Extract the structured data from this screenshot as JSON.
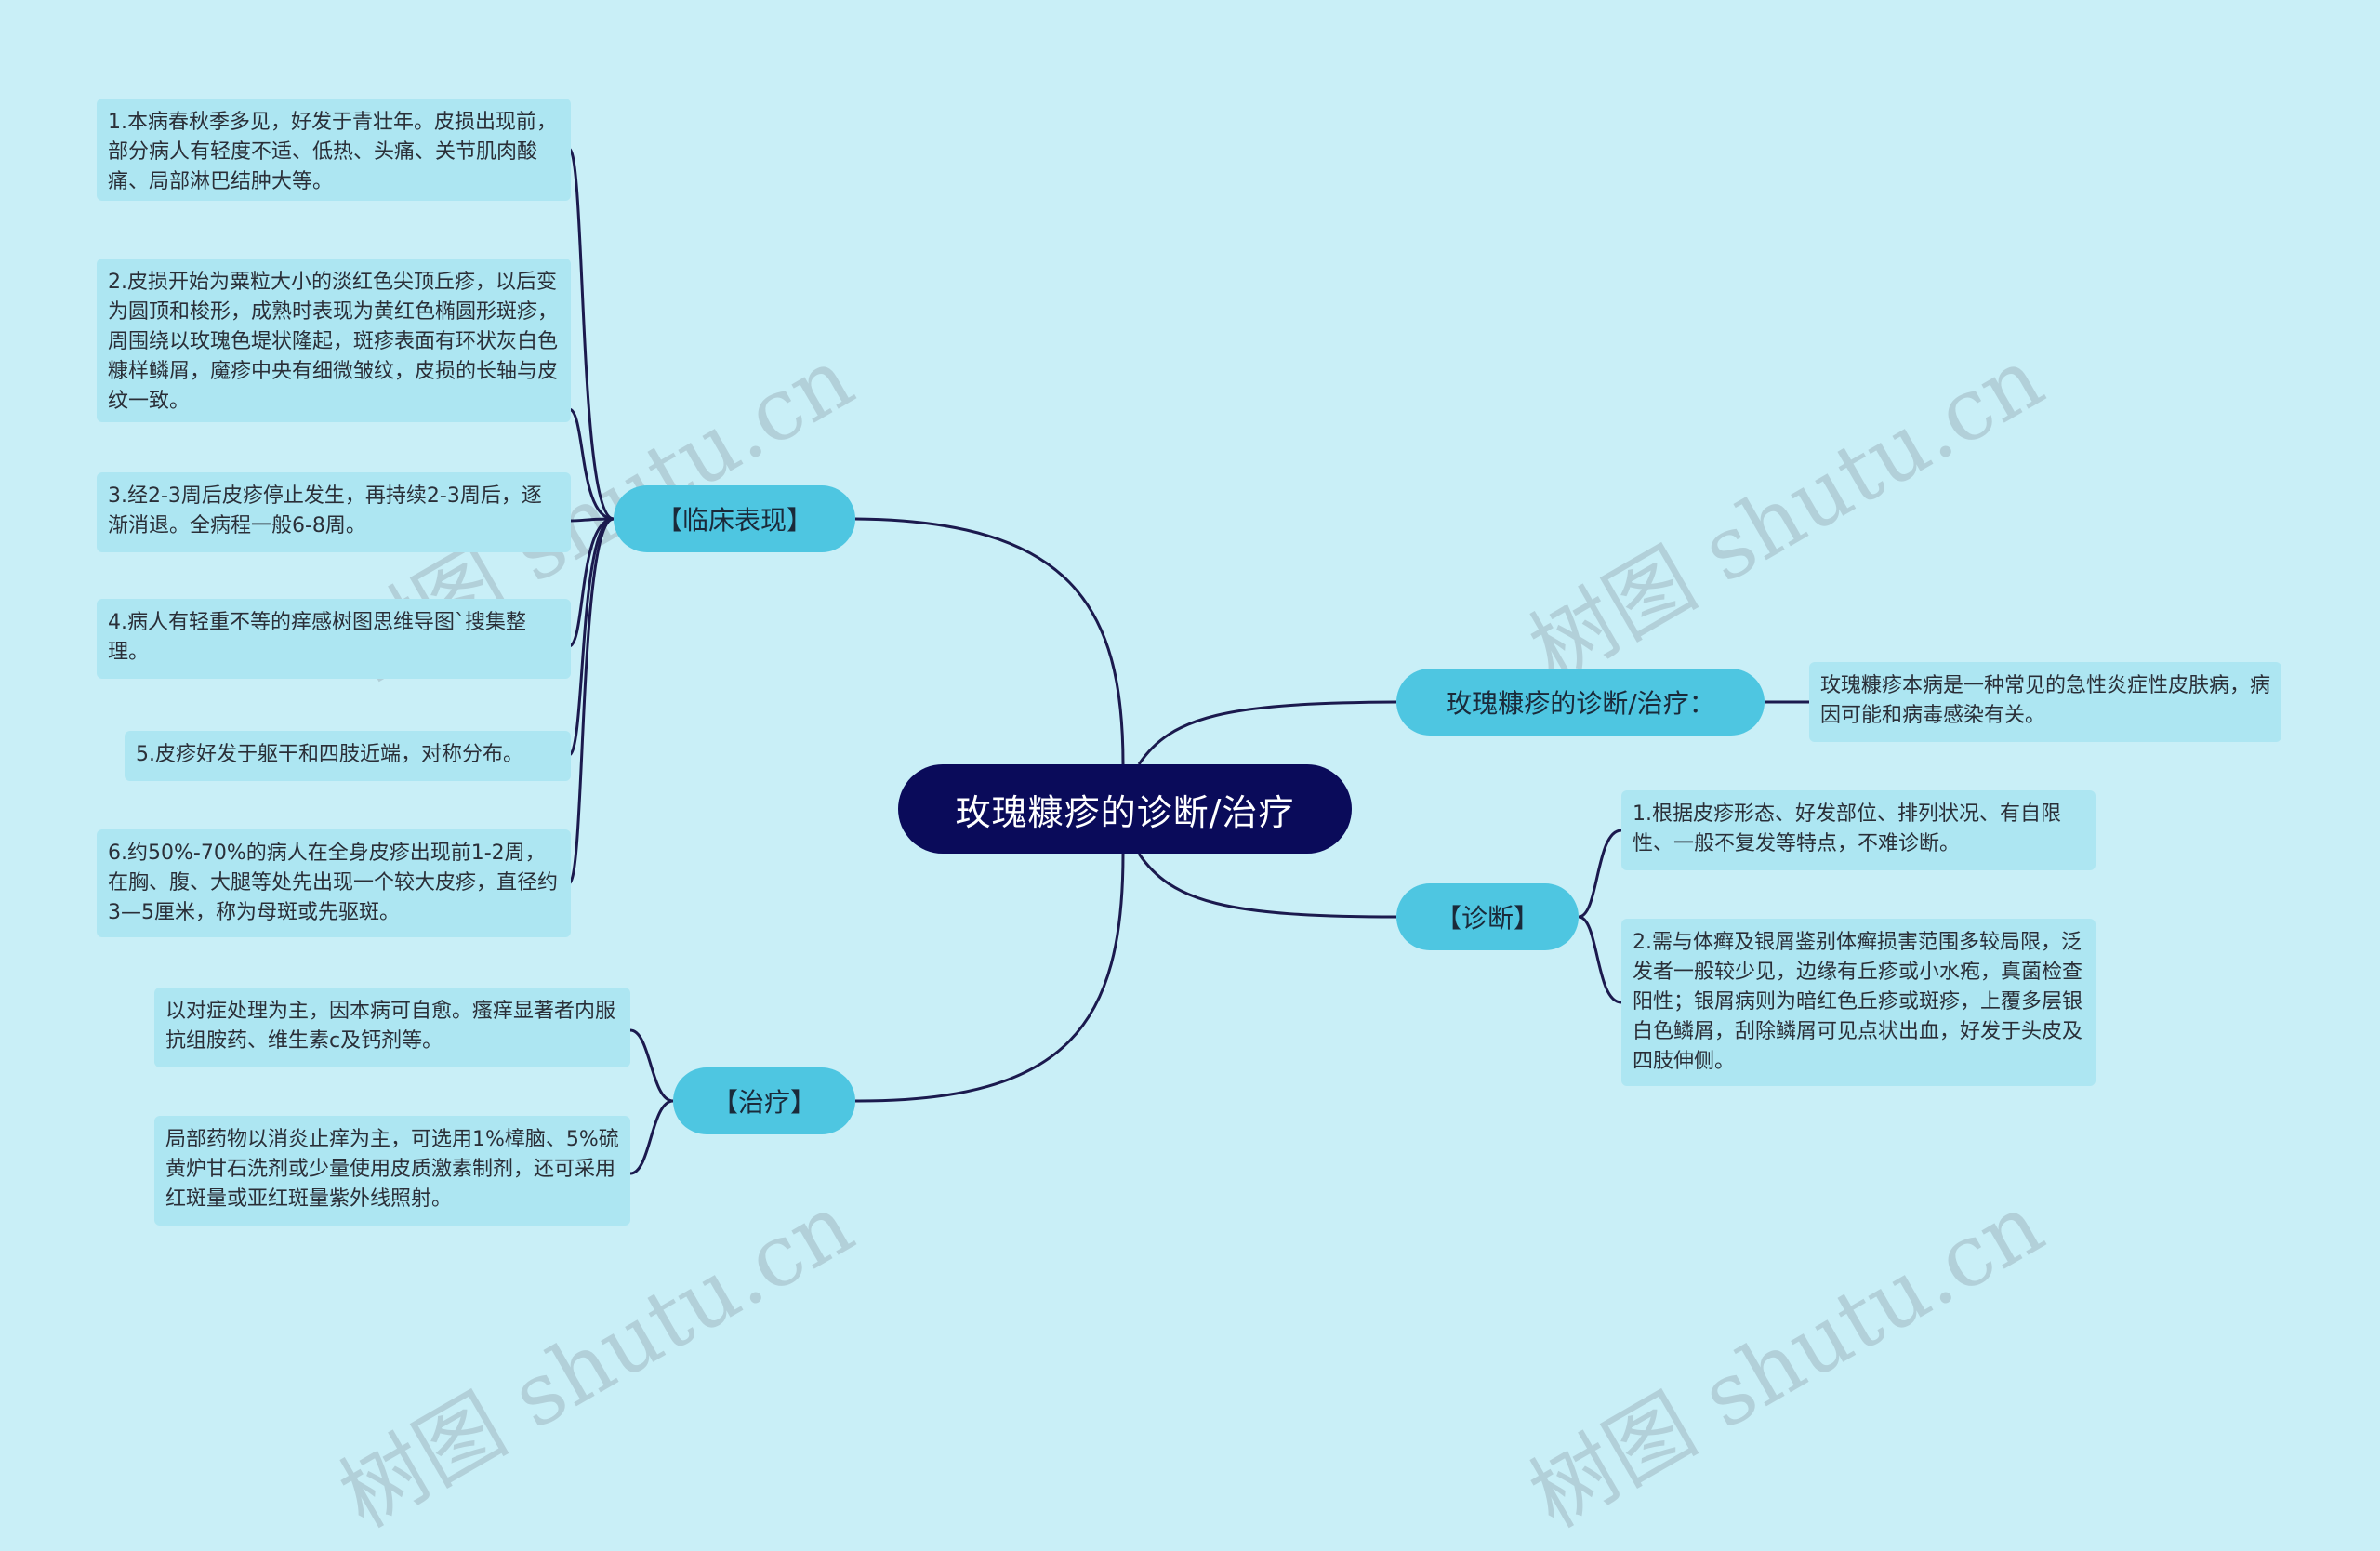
{
  "root": {
    "label": "玫瑰糠疹的诊断/治疗"
  },
  "branches": {
    "clinical": {
      "label": "【临床表现】",
      "items": [
        "1.本病春秋季多见，好发于青壮年。皮损出现前，部分病人有轻度不适、低热、头痛、关节肌肉酸痛、局部淋巴结肿大等。",
        "2.皮损开始为粟粒大小的淡红色尖顶丘疹，以后变为圆顶和梭形，成熟时表现为黄红色椭圆形斑疹，周围绕以玫瑰色堤状隆起，斑疹表面有环状灰白色糠样鳞屑，魔疹中央有细微皱纹，皮损的长轴与皮纹一致。",
        "3.经2-3周后皮疹停止发生，再持续2-3周后，逐渐消退。全病程一般6-8周。",
        "4.病人有轻重不等的痒感树图思维导图`搜集整理。",
        "5.皮疹好发于躯干和四肢近端，对称分布。",
        "6.约50%-70%的病人在全身皮疹出现前1-2周，在胸、腹、大腿等处先出现一个较大皮疹，直径约3—5厘米，称为母斑或先驱斑。"
      ]
    },
    "treatment": {
      "label": "【治疗】",
      "items": [
        "以对症处理为主，因本病可自愈。瘙痒显著者内服抗组胺药、维生素c及钙剂等。",
        "局部药物以消炎止痒为主，可选用1%樟脑、5%硫黄炉甘石洗剂或少量使用皮质激素制剂，还可采用红斑量或亚红斑量紫外线照射。"
      ]
    },
    "summary": {
      "label": "玫瑰糠疹的诊断/治疗：",
      "items": [
        "玫瑰糠疹本病是一种常见的急性炎症性皮肤病，病因可能和病毒感染有关。"
      ]
    },
    "diagnosis": {
      "label": "【诊断】",
      "items": [
        "1.根据皮疹形态、好发部位、排列状况、有自限性、一般不复发等特点，不难诊断。",
        "2.需与体癣及银屑鉴别体癣损害范围多较局限，泛发者一般较少见，边缘有丘疹或小水疱，真菌检查阳性；银屑病则为暗红色丘疹或斑疹，上覆多层银白色鳞屑，刮除鳞屑可见点状出血，好发于头皮及四肢伸侧。"
      ]
    }
  },
  "watermark": "树图 shutu.cn",
  "colors": {
    "background": "#c9eff7",
    "root": "#0a0b5a",
    "branch": "#4ec6e1",
    "leaf": "#ade6f2",
    "line": "#1b1a4e"
  }
}
